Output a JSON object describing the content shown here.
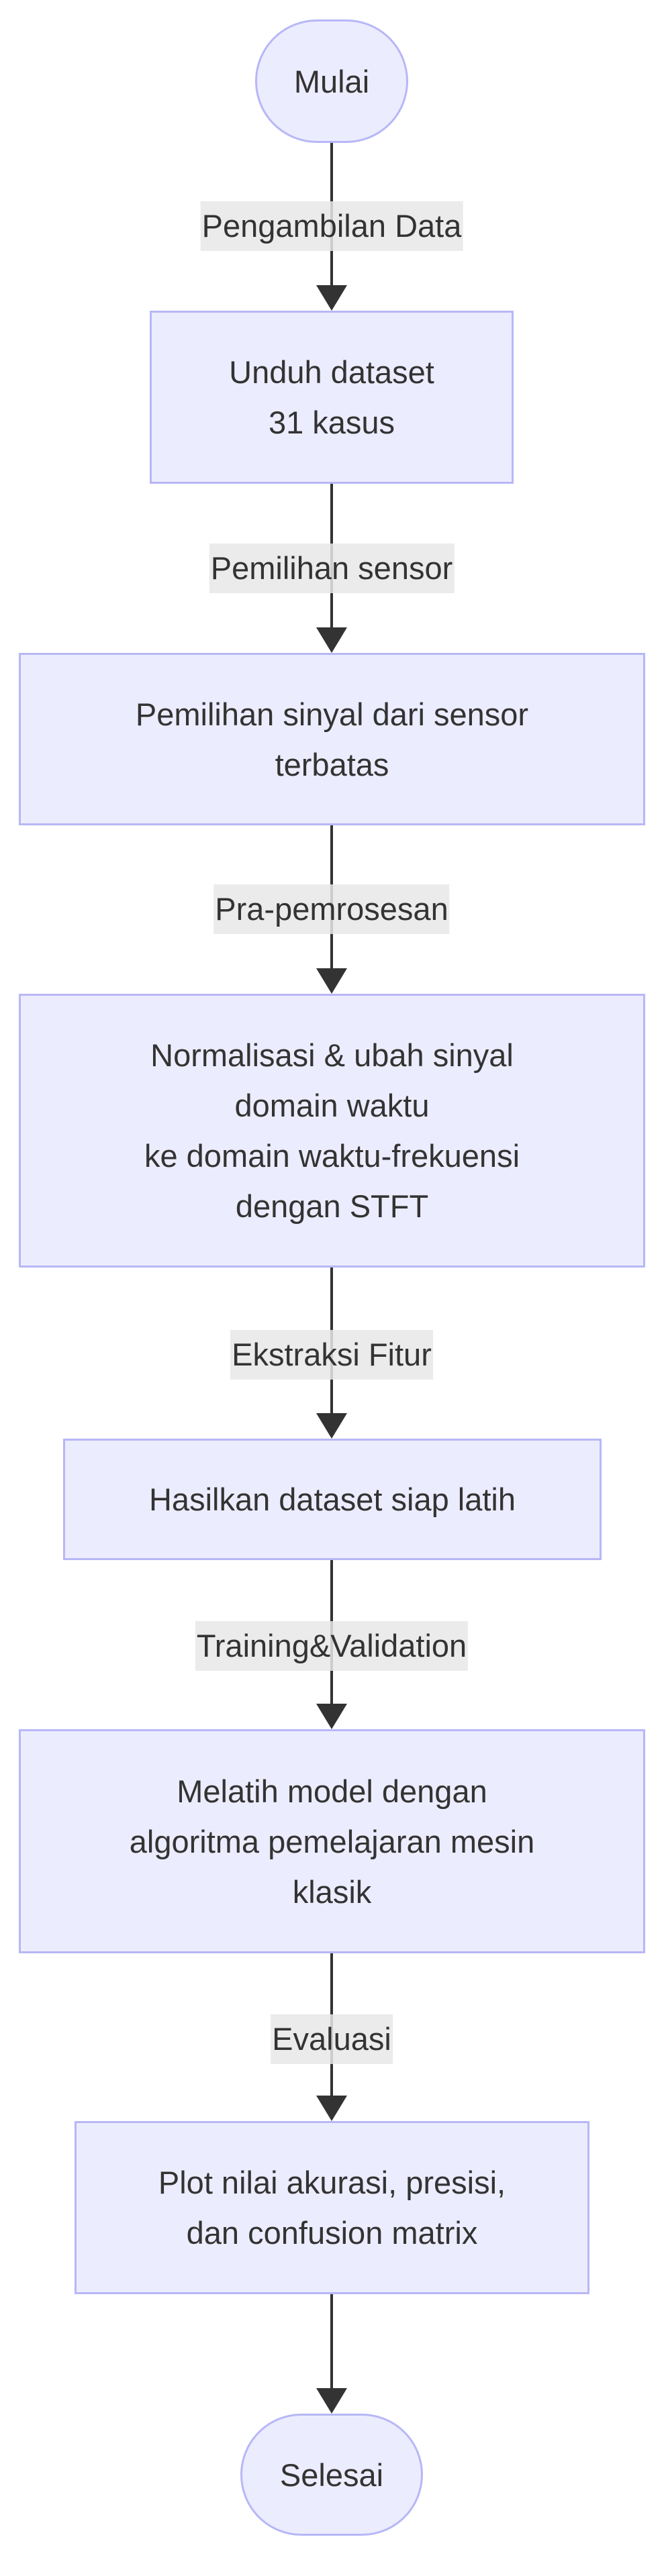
{
  "colors": {
    "node_fill": "#ECECFF",
    "node_stroke": "#b7b7f7",
    "edge": "#333333",
    "edge_label_bg": "#e8e8e8"
  },
  "nodes": [
    {
      "shape": "stadium",
      "lines": [
        "Mulai"
      ]
    },
    {
      "shape": "rect",
      "lines": [
        "Unduh dataset",
        "31 kasus"
      ]
    },
    {
      "shape": "rect",
      "lines": [
        "Pemilihan sinyal dari sensor",
        "terbatas"
      ]
    },
    {
      "shape": "rect",
      "lines": [
        "Normalisasi & ubah sinyal",
        "domain waktu",
        "ke domain waktu-frekuensi",
        "dengan STFT"
      ]
    },
    {
      "shape": "rect",
      "lines": [
        "Hasilkan dataset siap latih"
      ]
    },
    {
      "shape": "rect",
      "lines": [
        "Melatih model dengan",
        "algoritma pemelajaran mesin",
        "klasik"
      ]
    },
    {
      "shape": "rect",
      "lines": [
        "Plot nilai akurasi, presisi,",
        "dan confusion matrix"
      ]
    },
    {
      "shape": "stadium",
      "lines": [
        "Selesai"
      ]
    }
  ],
  "edge_labels": [
    "Pengambilan Data",
    "Pemilihan sensor",
    "Pra-pemrosesan",
    "Ekstraksi Fitur",
    "Training&Validation",
    "Evaluasi"
  ]
}
